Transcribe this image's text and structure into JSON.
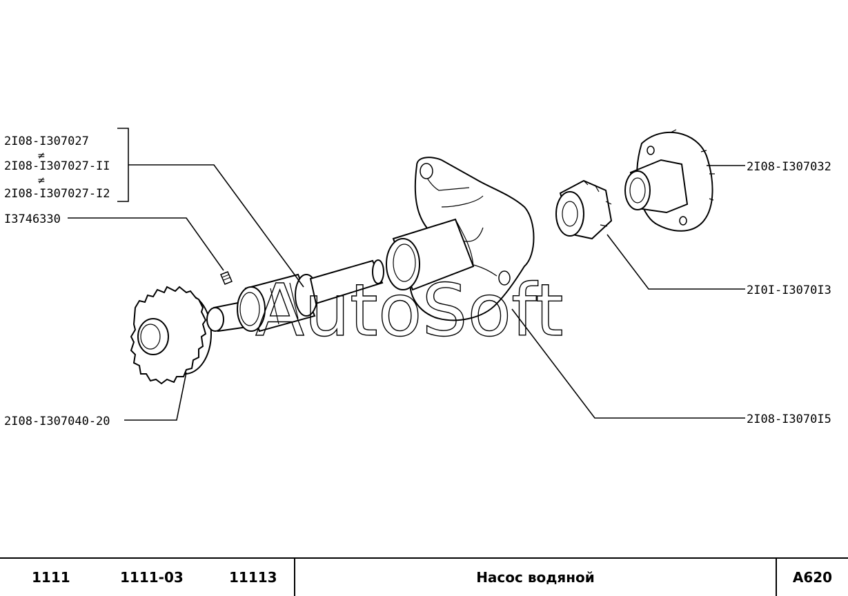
{
  "diagram": {
    "labels": {
      "shaft_bearing": "2I08-I307027",
      "shaft_bearing_alt1": "2I08-I307027-II",
      "shaft_bearing_alt2": "2I08-I307027-I2",
      "lock_screw": "I3746330",
      "gear": "2I08-I307040-20",
      "cover": "2I08-I307032",
      "bushing": "2I0I-I3070I3",
      "housing": "2I08-I3070I5"
    },
    "neq_symbol": "≠",
    "watermark": "AutoSoft"
  },
  "title_block": {
    "models": [
      "1111",
      "1111-03",
      "11113"
    ],
    "title": "Насос водяной",
    "code": "А620"
  }
}
